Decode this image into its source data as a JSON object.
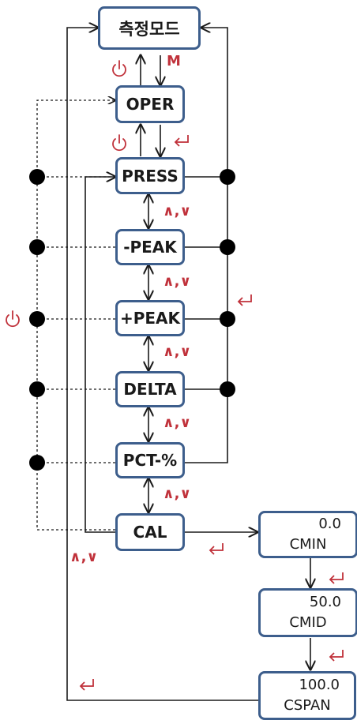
{
  "nodes": {
    "measure_mode": "측정모드",
    "oper": "OPER",
    "press": "PRESS",
    "peak_minus": "-PEAK",
    "peak_plus": "+PEAK",
    "delta": "DELTA",
    "pct": "PCT-%",
    "cal": "CAL",
    "cmin_value": "0.0",
    "cmin": "CMIN",
    "cmid_value": "50.0",
    "cmid": "CMID",
    "cspan_value": "100.0",
    "cspan": "CSPAN"
  },
  "labels": {
    "m_key": "M",
    "up_down": "∧,∨",
    "enter": "↵",
    "power_icon": "power-icon"
  },
  "colors": {
    "box_border": "#3d5e8c",
    "line": "#1a1a1a",
    "accent": "#c0313a"
  }
}
